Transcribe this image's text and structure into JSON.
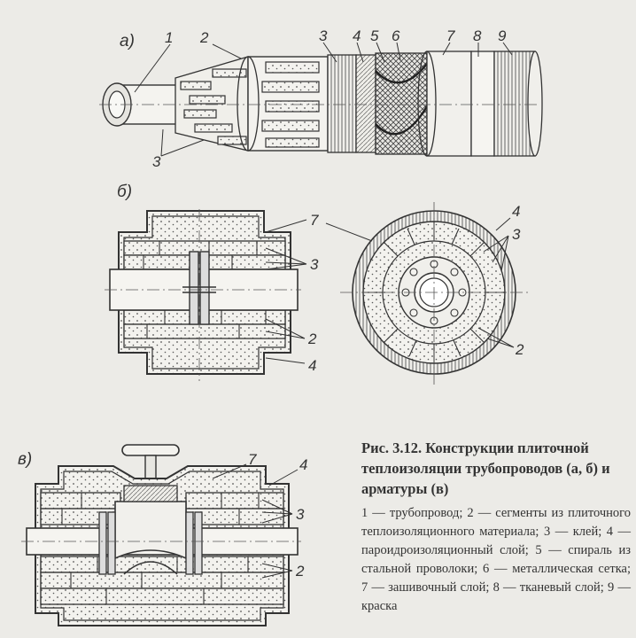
{
  "figure": {
    "panel_a": "а)",
    "panel_b": "б)",
    "panel_c": "в)",
    "callouts_a": [
      "1",
      "2",
      "3",
      "3",
      "4",
      "5",
      "6",
      "7",
      "8",
      "9"
    ],
    "callouts_b_left": [
      "7",
      "3",
      "2",
      "4"
    ],
    "callouts_b_right": [
      "4",
      "3",
      "2"
    ],
    "callouts_c": [
      "7",
      "4",
      "3",
      "2"
    ]
  },
  "caption": {
    "title": "Рис. 3.12. Конструкции плиточной теплоизоляции трубопроводов (а, б) и арматуры (в)",
    "legend": "1 — трубопровод; 2 — сегменты из плиточного теплоизоляционного материала; 3 — клей; 4 — пароидроизоляционный слой; 5 — спираль из стальной проволоки; 6 — металлическая сетка; 7 — зашивочный слой; 8 — тканевый слой; 9 — краска"
  }
}
